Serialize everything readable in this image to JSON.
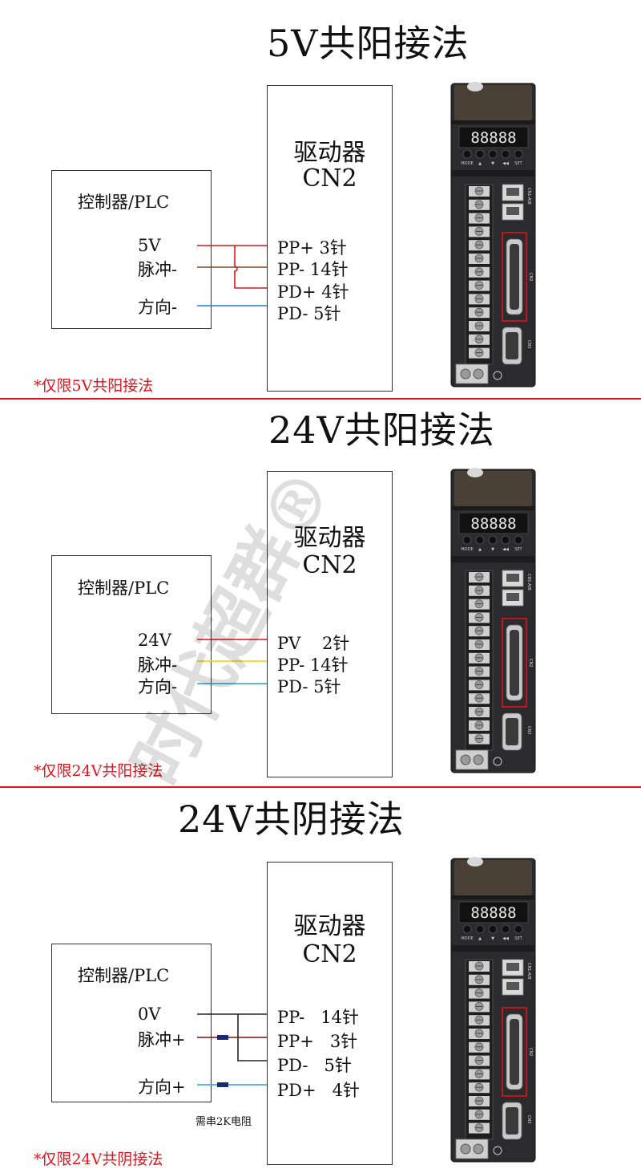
{
  "sections": [
    {
      "title": "5V共阳接法",
      "controller_label": "控制器/PLC",
      "driver_label": "驱动器",
      "driver_port": "CN2",
      "signals": [
        "5V",
        "脉冲-",
        "方向-"
      ],
      "pins": [
        "PP+ 3针",
        "PP- 14针",
        "PD+ 4针",
        "PD- 5针"
      ],
      "note": "*仅限5V共阳接法",
      "resistor_note": ""
    },
    {
      "title": "24V共阳接法",
      "controller_label": "控制器/PLC",
      "driver_label": "驱动器",
      "driver_port": "CN2",
      "signals": [
        "24V",
        "脉冲-",
        "方向-"
      ],
      "pins": [
        "PV    2针",
        "PP- 14针",
        "PD- 5针"
      ],
      "note": "*仅限24V共阳接法",
      "resistor_note": ""
    },
    {
      "title": "24V共阴接法",
      "controller_label": "控制器/PLC",
      "driver_label": "驱动器",
      "driver_port": "CN2",
      "signals": [
        "0V",
        "脉冲+",
        "方向+"
      ],
      "pins": [
        "PP-   14针",
        "PP+   3针",
        "PD-   5针",
        "PD+   4针"
      ],
      "note": "*仅限24V共阴接法",
      "resistor_note": "需串2K电阻"
    }
  ],
  "device": {
    "display": "88888",
    "buttons": [
      "MODE",
      "▲",
      "▼",
      "◀◀",
      "SET"
    ],
    "ports": [
      "CN1-A/B",
      "CN2",
      "CN3"
    ]
  },
  "watermark": "时代超群®",
  "colors": {
    "red_wire": "#e0141e",
    "brown_wire": "#7a4a2a",
    "blue_wire": "#1f7fd0",
    "yellow_wire": "#f0d000",
    "lightblue_wire": "#2aa0e0",
    "black_wire": "#222222",
    "highlight": "#e0141e"
  }
}
